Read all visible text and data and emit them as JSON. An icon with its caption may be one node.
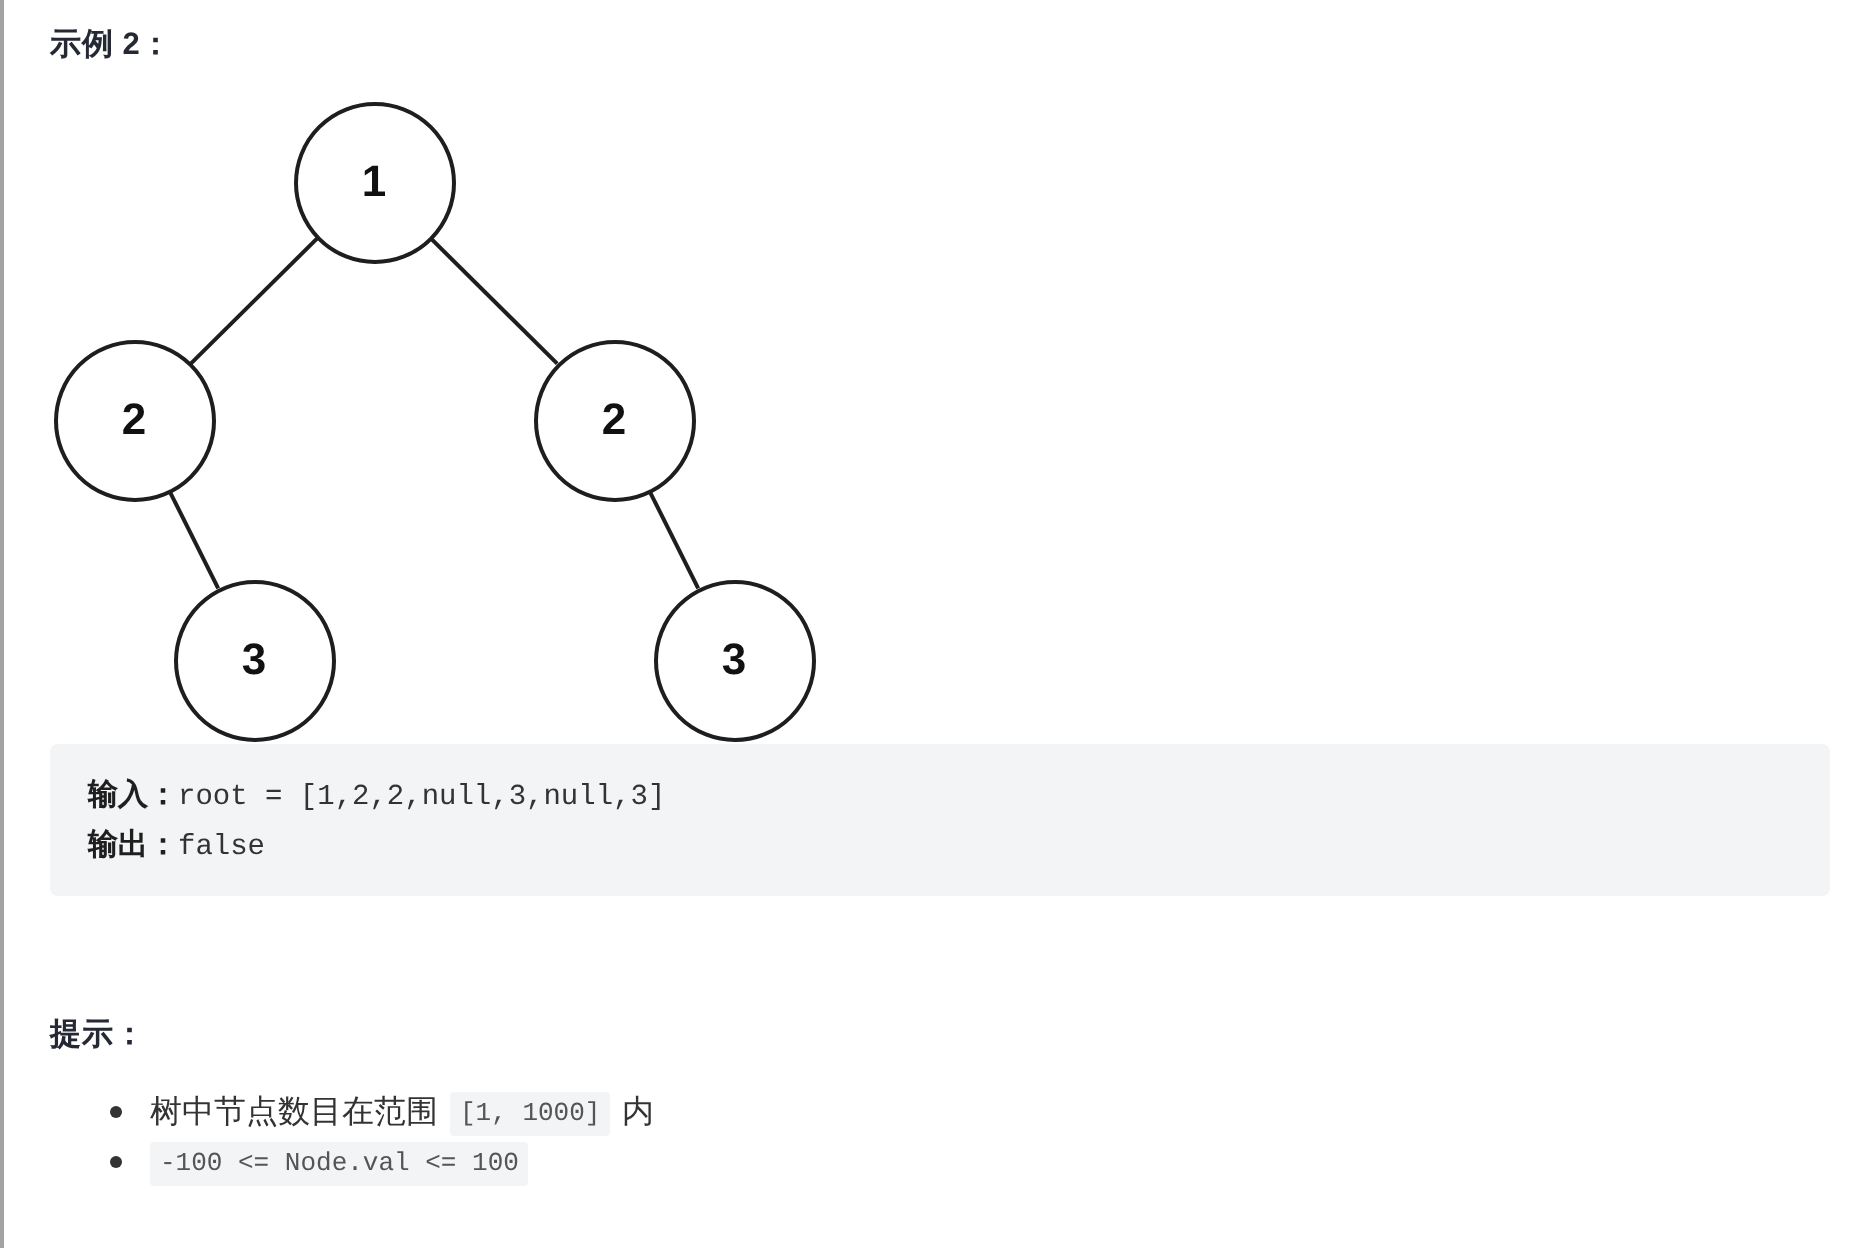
{
  "diagram": {
    "title": "示例 2：",
    "nodes": [
      {
        "text": [
          "1"
        ]
      },
      {
        "text": [
          "2"
        ]
      },
      {
        "text": [
          "2"
        ]
      },
      {
        "text": [
          "3"
        ]
      },
      {
        "text": [
          "3"
        ]
      }
    ],
    "edges": [
      {
        "from": 0,
        "to": 1,
        "arrow": "none"
      },
      {
        "from": 0,
        "to": 2,
        "arrow": "none"
      },
      {
        "from": 1,
        "to": 3,
        "arrow": "none"
      },
      {
        "from": 2,
        "to": 4,
        "arrow": "none"
      }
    ],
    "labels": [
      "**输入：**root = [1,2,2,null,3,null,3]",
      "**输出：**false",
      "提示：",
      "树中节点数目在范围",
      "[1, 1000]",
      "内",
      "-100 <= Node.val <= 100"
    ]
  }
}
